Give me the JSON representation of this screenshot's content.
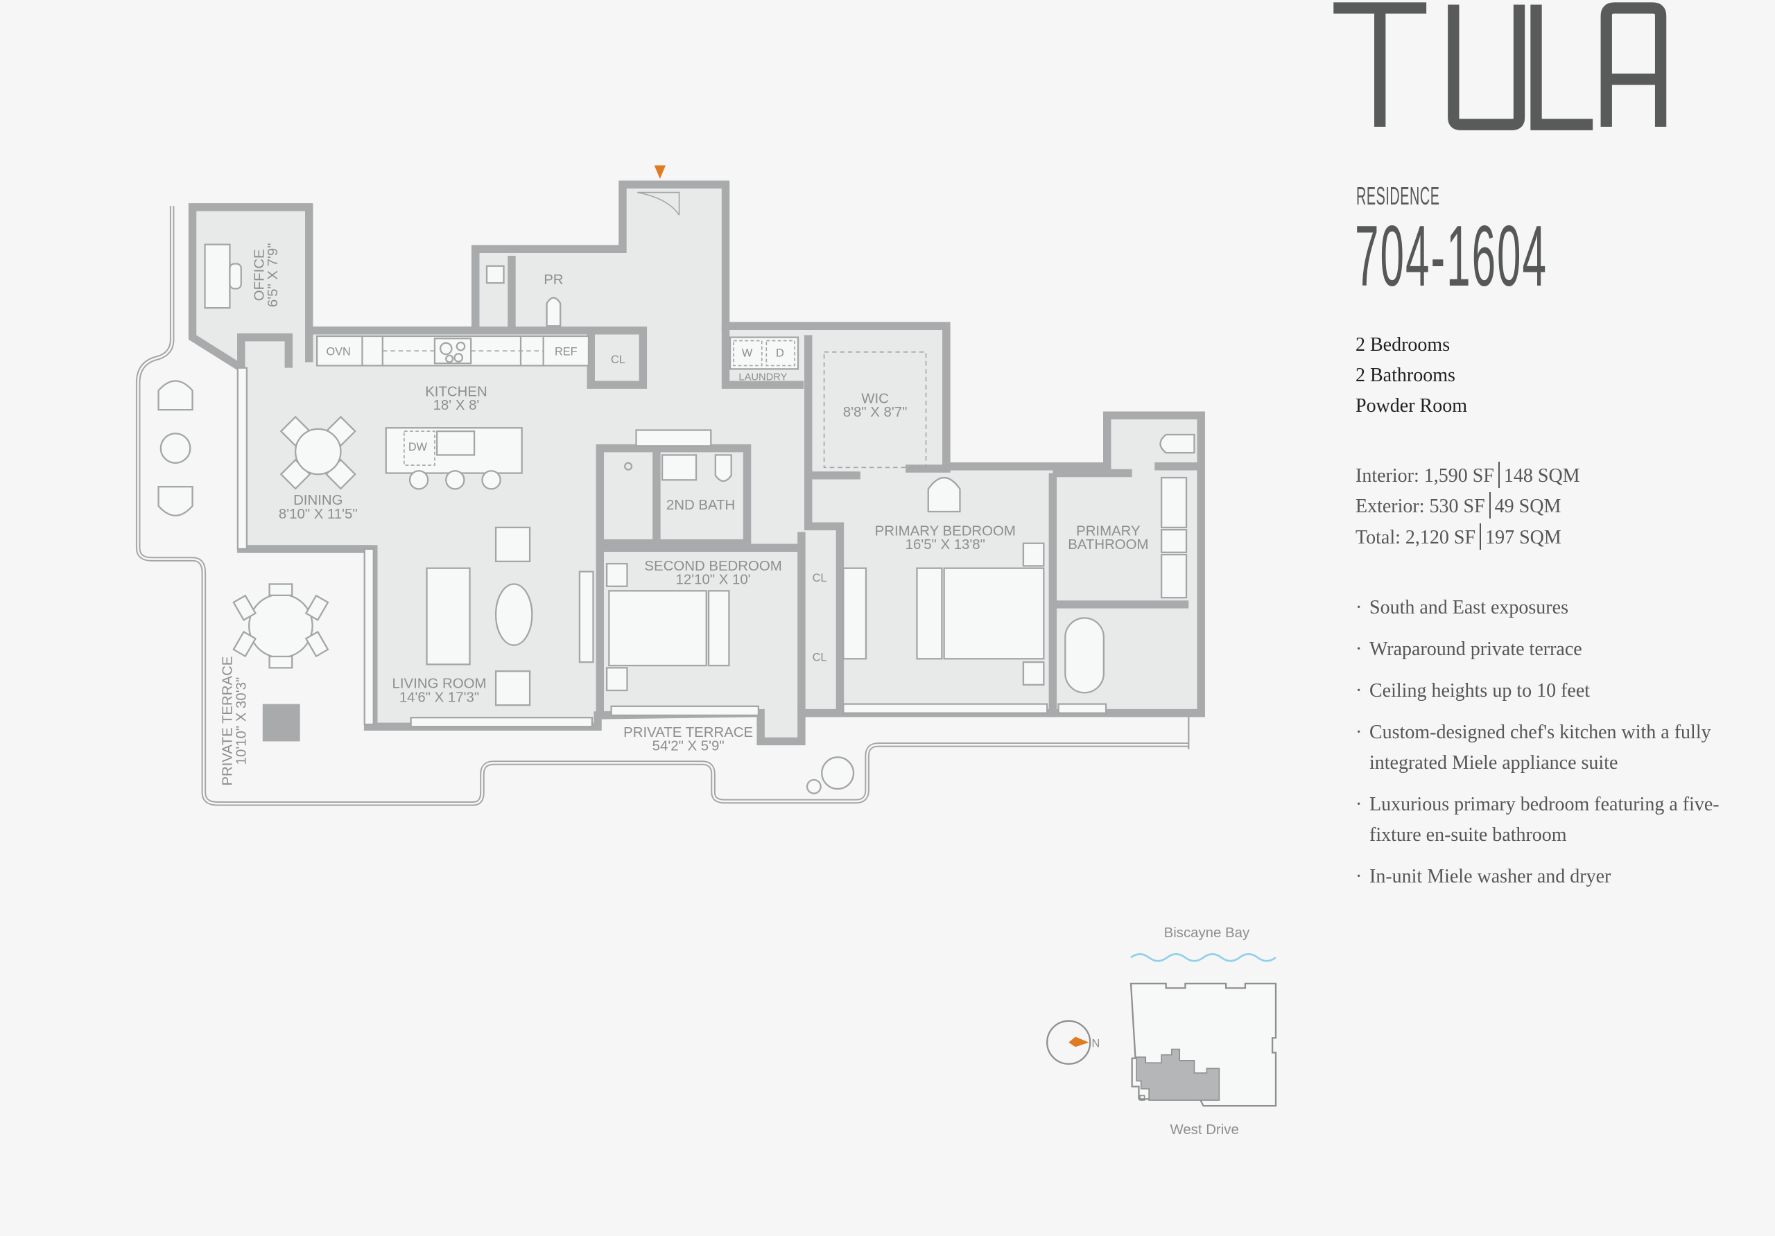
{
  "brand": {
    "logo_text": "TULA"
  },
  "residence": {
    "label": "RESIDENCE",
    "number": "704-1604",
    "rooms": [
      "2 Bedrooms",
      "2 Bathrooms",
      "Powder Room"
    ],
    "areas": [
      {
        "label": "Interior: 1,590 SF",
        "metric": "148 SQM"
      },
      {
        "label": "Exterior: 530 SF",
        "metric": "49 SQM"
      },
      {
        "label": "Total: 2,120 SF",
        "metric": "197 SQM"
      }
    ],
    "features": [
      "South and East exposures",
      "Wraparound private terrace",
      "Ceiling heights up to 10 feet",
      "Custom-designed chef's kitchen with a fully integrated Miele appliance suite",
      "Luxurious primary bedroom featuring a five-fixture en-suite bathroom",
      "In-unit Miele washer and dryer"
    ]
  },
  "floorplan": {
    "office": {
      "name": "OFFICE",
      "dims": "6'5\" X 7'9\""
    },
    "powder_room": {
      "name": "PR"
    },
    "oven": "OVN",
    "fridge": "REF",
    "closet": "CL",
    "kitchen": {
      "name": "KITCHEN",
      "dims": "18' X 8'"
    },
    "dishwasher": "DW",
    "dining": {
      "name": "DINING",
      "dims": "8'10\" X 11'5\""
    },
    "washer": "W",
    "dryer": "D",
    "laundry": "LAUNDRY",
    "wic": {
      "name": "WIC",
      "dims": "8'8\" X 8'7\""
    },
    "second_bath": {
      "name": "2ND BATH"
    },
    "second_bedroom": {
      "name": "SECOND BEDROOM",
      "dims": "12'10\" X 10'"
    },
    "primary_bedroom": {
      "name": "PRIMARY BEDROOM",
      "dims": "16'5\" X 13'8\""
    },
    "primary_bathroom": {
      "name1": "PRIMARY",
      "name2": "BATHROOM"
    },
    "living_room": {
      "name": "LIVING ROOM",
      "dims": "14'6\" X 17'3\""
    },
    "terrace_south": {
      "name": "PRIVATE TERRACE",
      "dims": "54'2\" X 5'9\""
    },
    "terrace_west": {
      "name": "PRIVATE TERRACE",
      "dims": "10'10\" X 30'3\""
    }
  },
  "keyplan": {
    "top_label": "Biscayne Bay",
    "bottom_label": "West Drive",
    "north": "N"
  },
  "colors": {
    "accent": "#e07b22",
    "wall": "#a9aaab",
    "interior": "#e8e9e9",
    "water": "#8fd0ea",
    "text_dark": "#565857"
  }
}
